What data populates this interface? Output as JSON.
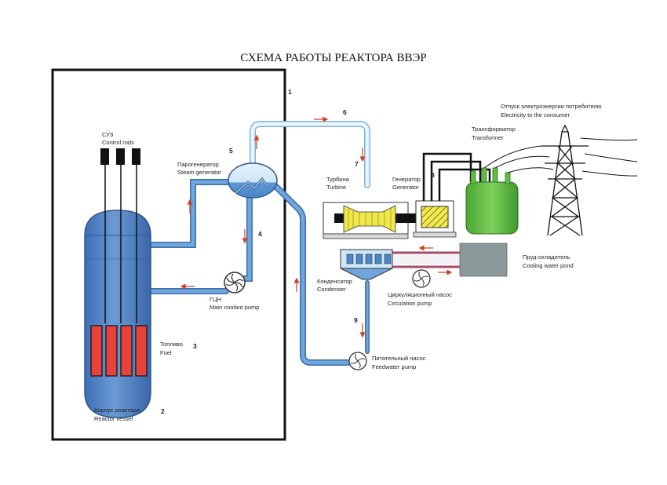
{
  "title": "СХЕМА РАБОТЫ РЕАКТОРА ВВЭР",
  "numbers": {
    "n1": "1",
    "n2": "2",
    "n3": "3",
    "n4": "4",
    "n5": "5",
    "n6": "6",
    "n7": "7",
    "n8": "8",
    "n9": "9"
  },
  "labels": {
    "control_rods_ru": "СУЗ",
    "control_rods_en": "Control rods",
    "steam_generator_ru": "Парогенератор",
    "steam_generator_en": "Steam generator",
    "turbine_ru": "Турбина",
    "turbine_en": "Turbine",
    "generator_ru": "Генератор",
    "generator_en": "Generator",
    "transformer_ru": "Трансформатор",
    "transformer_en": "Transformer",
    "electricity_ru": "Отпуск электроэнергии потребителю",
    "electricity_en": "Electricity to the consumer",
    "pond_ru": "Пруд-охладитель",
    "pond_en": "Cooling water pond",
    "condenser_ru": "Конденсатор",
    "condenser_en": "Condenser",
    "circ_pump_ru": "Циркуляционный насос",
    "circ_pump_en": "Circulation pump",
    "main_pump_ru": "ГЦН",
    "main_pump_en": "Main coolant pump",
    "fuel_ru": "Топливо",
    "fuel_en": "Fuel",
    "vessel_ru": "Корпус реактора",
    "vessel_en": "Reactor vessel",
    "feed_pump_ru": "Питательный насос",
    "feed_pump_en": "Feedwater pump"
  },
  "colors": {
    "water": "#4a8fd0",
    "steam": "#d9ecf8",
    "vessel": "#4f80c4",
    "fuel": "#e8423a",
    "turbine": "#f0e84a",
    "transformer": "#5fbf3f",
    "pond": "#8a9a9a",
    "arrow": "#d2401e"
  }
}
